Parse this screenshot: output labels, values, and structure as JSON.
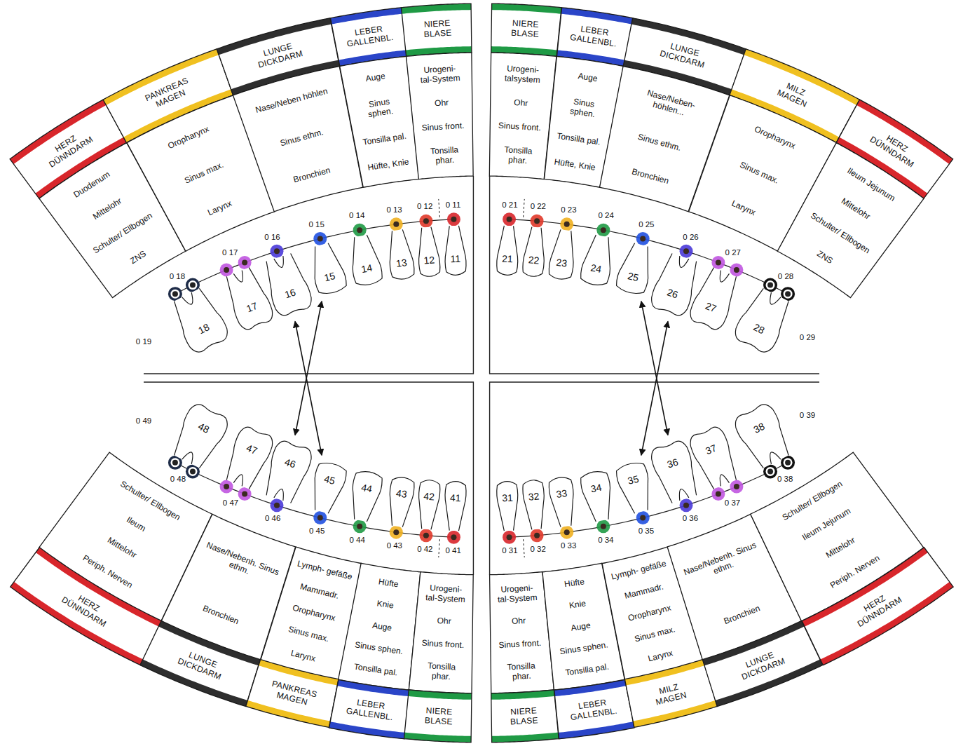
{
  "diagram": {
    "nodes": [
      {
        "text": [
          "HERZ DÜNNDARM"
        ]
      },
      {
        "text": [
          "PANKREAS MAGEN"
        ]
      },
      {
        "text": [
          "LUNGE DICKDARM"
        ]
      },
      {
        "text": [
          "LEBER GALLENBL."
        ]
      },
      {
        "text": [
          "NIERE BLASE"
        ]
      },
      {
        "text": [
          "NIERE BLASE"
        ]
      },
      {
        "text": [
          "LEBER GALLENBL."
        ]
      },
      {
        "text": [
          "LUNGE DICKDARM"
        ]
      },
      {
        "text": [
          "MILZ MAGEN"
        ]
      },
      {
        "text": [
          "HERZ DÜNNDARM"
        ]
      },
      {
        "text": [
          "Duodenum",
          "Mittelohr",
          "Schulter/ Ellbogen",
          "ZNS"
        ]
      },
      {
        "text": [
          "Oropharynx",
          "Sinus max.",
          "Larynx"
        ]
      },
      {
        "text": [
          "Nase/Neben höhlen",
          "Sinus ethm.",
          "Bronchien"
        ]
      },
      {
        "text": [
          "Auge",
          "Sinus sphen.",
          "Tonsilla pal.",
          "Hüfte, Knie"
        ]
      },
      {
        "text": [
          "Urogeni- tal-System",
          "Ohr",
          "Sinus front.",
          "Tonsilla phar."
        ]
      },
      {
        "text": [
          "Urogeni- talsystem",
          "Ohr",
          "Sinus front.",
          "Tonsilla phar."
        ]
      },
      {
        "text": [
          "Auge",
          "Sinus sphen.",
          "Tonsilla pal.",
          "Hüfte, Knie"
        ]
      },
      {
        "text": [
          "Nase/Neben- höhlen...",
          "Sinus ethm.",
          "Bronchien"
        ]
      },
      {
        "text": [
          "Oropharynx",
          "Sinus max.",
          "Larynx"
        ]
      },
      {
        "text": [
          "Ileum Jejunum",
          "Mittelohr",
          "Schulter/ Ellbogen",
          "ZNS"
        ]
      },
      {
        "text": [
          "18"
        ]
      },
      {
        "text": [
          "17"
        ]
      },
      {
        "text": [
          "16"
        ]
      },
      {
        "text": [
          "15"
        ]
      },
      {
        "text": [
          "14"
        ]
      },
      {
        "text": [
          "13"
        ]
      },
      {
        "text": [
          "12"
        ]
      },
      {
        "text": [
          "11"
        ]
      },
      {
        "text": [
          "21"
        ]
      },
      {
        "text": [
          "22"
        ]
      },
      {
        "text": [
          "23"
        ]
      },
      {
        "text": [
          "24"
        ]
      },
      {
        "text": [
          "25"
        ]
      },
      {
        "text": [
          "26"
        ]
      },
      {
        "text": [
          "27"
        ]
      },
      {
        "text": [
          "28"
        ]
      },
      {
        "text": [
          "48"
        ]
      },
      {
        "text": [
          "47"
        ]
      },
      {
        "text": [
          "46"
        ]
      },
      {
        "text": [
          "45"
        ]
      },
      {
        "text": [
          "44"
        ]
      },
      {
        "text": [
          "43"
        ]
      },
      {
        "text": [
          "42"
        ]
      },
      {
        "text": [
          "41"
        ]
      },
      {
        "text": [
          "31"
        ]
      },
      {
        "text": [
          "32"
        ]
      },
      {
        "text": [
          "33"
        ]
      },
      {
        "text": [
          "34"
        ]
      },
      {
        "text": [
          "35"
        ]
      },
      {
        "text": [
          "36"
        ]
      },
      {
        "text": [
          "37"
        ]
      },
      {
        "text": [
          "38"
        ]
      },
      {
        "text": [
          "Schulter/ Ellbogen",
          "Ileum",
          "Mittelohr",
          "Periph. Nerven"
        ]
      },
      {
        "text": [
          "Nase/Nebenh. Sinus ethm.",
          "Bronchien"
        ]
      },
      {
        "text": [
          "Lymph- gefäße",
          "Mammadr.",
          "Oropharynx",
          "Sinus max.",
          "Larynx"
        ]
      },
      {
        "text": [
          "Hüfte",
          "Knie",
          "Auge",
          "Sinus sphen.",
          "Tonsilla pal."
        ]
      },
      {
        "text": [
          "Urogeni- tal-System",
          "Ohr",
          "Sinus front.",
          "Tonsilla phar."
        ]
      },
      {
        "text": [
          "Urogeni- tal-System",
          "Ohr",
          "Sinus front.",
          "Tonsilla phar."
        ]
      },
      {
        "text": [
          "Hüfte",
          "Knie",
          "Auge",
          "Sinus sphen.",
          "Tonsilla pal."
        ]
      },
      {
        "text": [
          "Lymph- gefäße",
          "Mammadr.",
          "Oropharynx",
          "Sinus max.",
          "Larynx"
        ]
      },
      {
        "text": [
          "Nase/Nebenh. Sinus ethm.",
          "Bronchien"
        ]
      },
      {
        "text": [
          "Schulter/ Ellbogen",
          "Ileum Jejunum",
          "Mittelohr",
          "Periph. Nerven"
        ]
      },
      {
        "text": [
          "HERZ DÜNNDARM"
        ]
      },
      {
        "text": [
          "LUNGE DICKDARM"
        ]
      },
      {
        "text": [
          "PANKREAS MAGEN"
        ]
      },
      {
        "text": [
          "LEBER GALLENBL."
        ]
      },
      {
        "text": [
          "NIERE BLASE"
        ]
      },
      {
        "text": [
          "NIERE BLASE"
        ]
      },
      {
        "text": [
          "LEBER GALLENBL."
        ]
      },
      {
        "text": [
          "MILZ MAGEN"
        ]
      },
      {
        "text": [
          "LUNGE DICKDARM"
        ]
      },
      {
        "text": [
          "HERZ DÜNNDARM"
        ]
      }
    ],
    "edges": [
      {
        "from": 22,
        "to": 39,
        "arrow": "both"
      },
      {
        "from": 23,
        "to": 38,
        "arrow": "both"
      },
      {
        "from": 33,
        "to": 48,
        "arrow": "both"
      },
      {
        "from": 32,
        "to": 49,
        "arrow": "both"
      }
    ],
    "labels": [
      "0 18",
      "0 17",
      "0 16",
      "0 15",
      "0 14",
      "0 13",
      "0 12",
      "0 11",
      "0 21",
      "0 22",
      "0 23",
      "0 24",
      "0 25",
      "0 26",
      "0 27",
      "0 28",
      "0 19",
      "0 29",
      "0 49",
      "0 39",
      "0 48",
      "0 47",
      "0 46",
      "0 45",
      "0 44",
      "0 43",
      "0 42",
      "0 41",
      "0 31",
      "0 32",
      "0 33",
      "0 34",
      "0 35",
      "0 36",
      "0 37",
      "0 38"
    ]
  }
}
